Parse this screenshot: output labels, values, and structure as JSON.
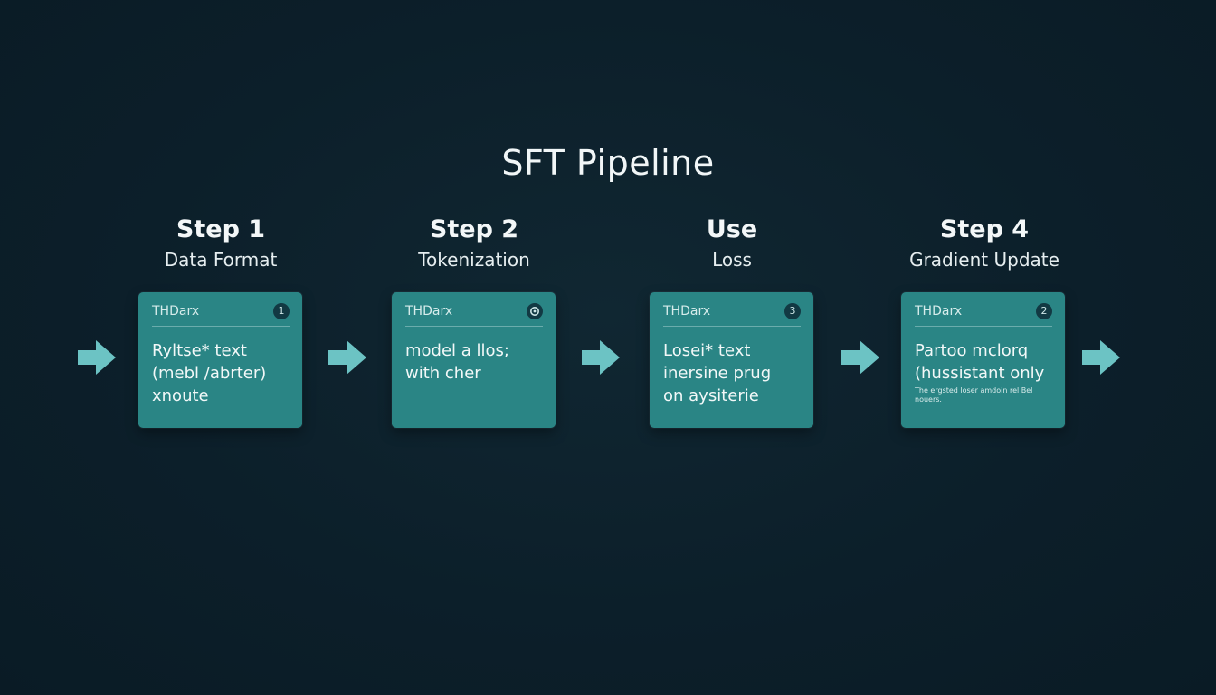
{
  "title": "SFT Pipeline",
  "colors": {
    "background": "#0d202b",
    "card": "#2a8585",
    "arrow": "#6cc3c4"
  },
  "steps": [
    {
      "heading": "Step 1",
      "subtitle": "Data Format",
      "card_label": "THDarx",
      "badge": "1",
      "lines": [
        "Ryltse* text",
        "(mebl /abrter)",
        "xnoute"
      ],
      "note": ""
    },
    {
      "heading": "Step 2",
      "subtitle": "Tokenization",
      "card_label": "THDarx",
      "badge": "",
      "lines": [
        "model a llos;",
        "with cher",
        ""
      ],
      "note": ""
    },
    {
      "heading": "Use",
      "subtitle": "Loss",
      "card_label": "THDarx",
      "badge": "3",
      "lines": [
        "Losei* text",
        "inersine prug",
        "on aysiterie"
      ],
      "note": ""
    },
    {
      "heading": "Step 4",
      "subtitle": "Gradient Update",
      "card_label": "THDarx",
      "badge": "2",
      "lines": [
        "Partoo mclorq",
        "(hussistant only",
        ""
      ],
      "note": "The ergsted loser amdoin rel Bel nouers."
    }
  ],
  "icons": {
    "arrow": "arrow-right-icon",
    "badge_2": "gear-icon"
  }
}
